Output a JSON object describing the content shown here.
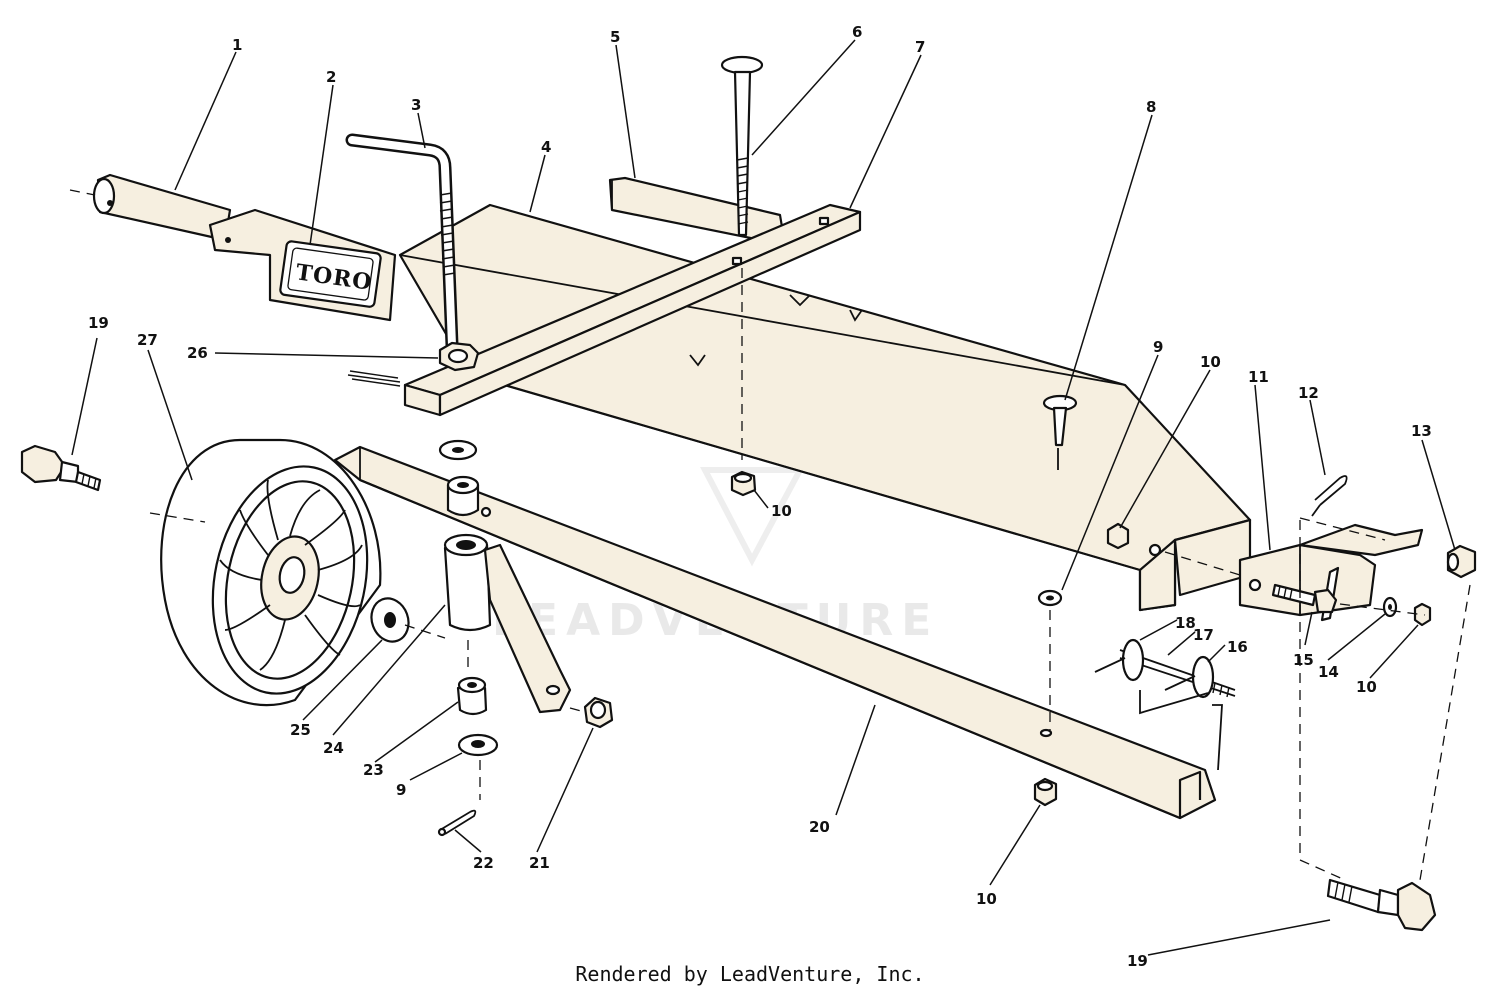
{
  "logo": {
    "text": "TORO"
  },
  "watermark": {
    "text": "LEADVENTURE"
  },
  "credit": "Rendered by LeadVenture, Inc.",
  "callouts": [
    {
      "id": "c1",
      "label": "1"
    },
    {
      "id": "c2",
      "label": "2"
    },
    {
      "id": "c3",
      "label": "3"
    },
    {
      "id": "c4",
      "label": "4"
    },
    {
      "id": "c5",
      "label": "5"
    },
    {
      "id": "c6",
      "label": "6"
    },
    {
      "id": "c7",
      "label": "7"
    },
    {
      "id": "c8",
      "label": "8"
    },
    {
      "id": "c9a",
      "label": "9"
    },
    {
      "id": "c10a",
      "label": "10"
    },
    {
      "id": "c11",
      "label": "11"
    },
    {
      "id": "c12",
      "label": "12"
    },
    {
      "id": "c13",
      "label": "13"
    },
    {
      "id": "c19a",
      "label": "19"
    },
    {
      "id": "c27",
      "label": "27"
    },
    {
      "id": "c26",
      "label": "26"
    },
    {
      "id": "c10b",
      "label": "10"
    },
    {
      "id": "c18",
      "label": "18"
    },
    {
      "id": "c17",
      "label": "17"
    },
    {
      "id": "c16",
      "label": "16"
    },
    {
      "id": "c15",
      "label": "15"
    },
    {
      "id": "c14",
      "label": "14"
    },
    {
      "id": "c10c",
      "label": "10"
    },
    {
      "id": "c25",
      "label": "25"
    },
    {
      "id": "c24",
      "label": "24"
    },
    {
      "id": "c23",
      "label": "23"
    },
    {
      "id": "c9b",
      "label": "9"
    },
    {
      "id": "c22",
      "label": "22"
    },
    {
      "id": "c21",
      "label": "21"
    },
    {
      "id": "c20",
      "label": "20"
    },
    {
      "id": "c10d",
      "label": "10"
    },
    {
      "id": "c19b",
      "label": "19"
    }
  ]
}
